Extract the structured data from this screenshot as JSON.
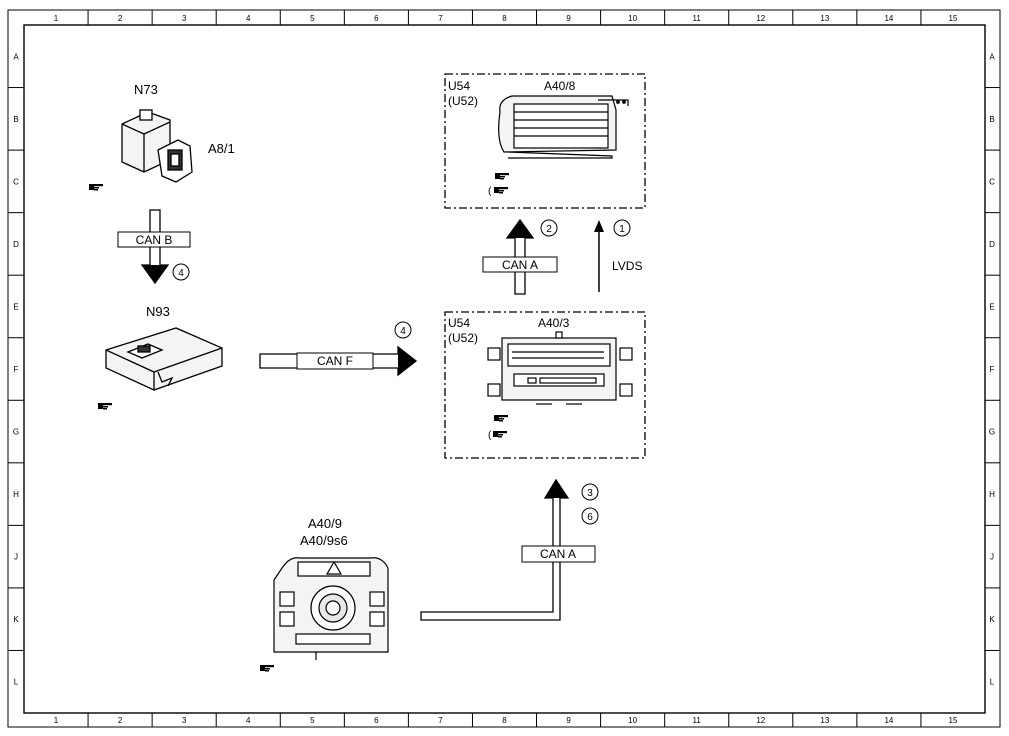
{
  "grid": {
    "columns": [
      "1",
      "2",
      "3",
      "4",
      "5",
      "6",
      "7",
      "8",
      "9",
      "10",
      "11",
      "12",
      "13",
      "14",
      "15"
    ],
    "rows": [
      "A",
      "B",
      "C",
      "D",
      "E",
      "F",
      "G",
      "H",
      "J",
      "K",
      "L"
    ]
  },
  "components": {
    "n73": {
      "label": "N73",
      "sublabel": "A8/1"
    },
    "n93": {
      "label": "N93"
    },
    "u54_top": {
      "line1": "U54",
      "line2": "(U52)",
      "label": "A40/8"
    },
    "u54_mid": {
      "line1": "U54",
      "line2": "(U52)",
      "label": "A40/3"
    },
    "a409": {
      "line1": "A40/9",
      "line2": "A40/9s6"
    }
  },
  "connections": {
    "can_b": {
      "label": "CAN B",
      "ref": "4"
    },
    "can_f": {
      "label": "CAN F",
      "ref": "4"
    },
    "can_a_upper": {
      "label": "CAN A",
      "ref": "2"
    },
    "lvds": {
      "label": "LVDS",
      "ref": "1"
    },
    "can_a_lower": {
      "label": "CAN A",
      "ref1": "3",
      "ref2": "6"
    }
  },
  "colors": {
    "line": "#000000",
    "background": "#ffffff",
    "device_fill": "#f4f4f4"
  },
  "icons": [
    "pointing-hand-icon"
  ]
}
